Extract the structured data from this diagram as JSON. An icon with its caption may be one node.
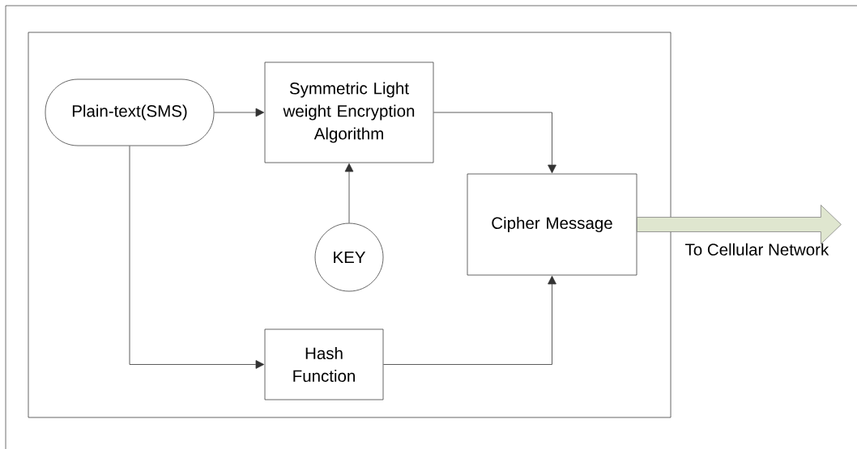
{
  "diagram": {
    "nodes": [
      {
        "text": [],
        "shape": "box"
      },
      {
        "text": [
          "Plain-text(SMS)"
        ],
        "in": 0
      },
      {
        "text": [
          "Symmetric Light weight Encryption Algorithm"
        ],
        "in": 0
      },
      {
        "text": [
          "KEY"
        ],
        "in": 0
      },
      {
        "text": [
          "Cipher Message"
        ],
        "in": 0
      },
      {
        "text": [
          "Hash Function"
        ],
        "in": 0
      }
    ],
    "edges": [
      {
        "from": 1,
        "to": 2,
        "arrow": "to"
      },
      {
        "from": 3,
        "to": 2,
        "arrow": "to"
      },
      {
        "from": 2,
        "to": 4,
        "arrow": "to"
      },
      {
        "from": 1,
        "to": 5,
        "arrow": "to"
      },
      {
        "from": 5,
        "to": 4,
        "arrow": "to"
      },
      {
        "from": 4,
        "to": null,
        "arrow": "to",
        "label": "To Cellular Network",
        "style": "thick",
        "color": "#dfe6cf"
      }
    ]
  }
}
